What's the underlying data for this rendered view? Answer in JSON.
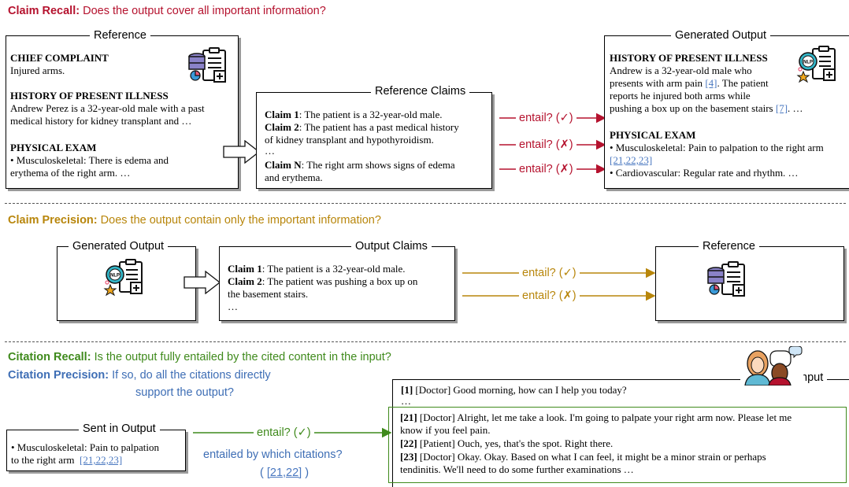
{
  "claim_recall": {
    "title": "Claim Recall:",
    "question": "Does the output cover all important information?",
    "reference_box": {
      "title": "Reference",
      "section1_head": "CHIEF COMPLAINT",
      "section1_text": "Injured arms.",
      "section2_head": "HISTORY OF PRESENT ILLNESS",
      "section2_line1": "Andrew Perez is a 32-year-old male with a past",
      "section2_line2": "medical history for kidney transplant and …",
      "section3_head": "PHYSICAL EXAM",
      "section3_line1": "• Musculoskeletal: There is edema and",
      "section3_line2": "erythema of the right arm. …"
    },
    "claims_box": {
      "title": "Reference Claims",
      "claim1_label": "Claim 1",
      "claim1_text": ": The patient is a 32-year-old male.",
      "claim2_label": "Claim 2",
      "claim2_line1": ": The patient has a past medical history",
      "claim2_line2": "of kidney transplant and hypothyroidism.",
      "ellipsis": "…",
      "claimN_label": "Claim N",
      "claimN_line1": ": The right arm shows signs of edema",
      "claimN_line2": "and erythema."
    },
    "entail": [
      "entail? (✓)",
      "entail? (✗)",
      "entail? (✗)"
    ],
    "output_box": {
      "title": "Generated Output",
      "section1_head": "HISTORY OF PRESENT ILLNESS",
      "line1": "Andrew is a 32-year-old male who",
      "line2_pre": "presents with arm pain ",
      "line2_cite": "[4]",
      "line2_post": ". The patient",
      "line3": "reports he injured both arms while",
      "line4_pre": "pushing a box up on the basement stairs ",
      "line4_cite": "[7]",
      "line4_post": ". …",
      "section2_head": "PHYSICAL EXAM",
      "line5": "• Musculoskeletal: Pain to palpation to the right arm",
      "line6_cite": "[21,22,23]",
      "line7": "• Cardiovascular: Regular rate and rhythm. …"
    }
  },
  "claim_precision": {
    "title": "Claim Precision:",
    "question": "Does the output contain only the important information?",
    "generated_title": "Generated Output",
    "claims_box": {
      "title": "Output Claims",
      "claim1_label": "Claim 1",
      "claim1_text": ": The patient is a 32-year-old male.",
      "claim2_label": "Claim 2",
      "claim2_line1": ": The patient was pushing a box up on",
      "claim2_line2": "the basement stairs.",
      "ellipsis": "…"
    },
    "entail": [
      "entail? (✓)",
      "entail? (✗)"
    ],
    "reference_title": "Reference"
  },
  "citation": {
    "recall_title": "Citation Recall:",
    "recall_question": "Is the output fully entailed by the cited content in the input?",
    "precision_title": "Citation Precision:",
    "precision_question_line1": "If so, do all the citations directly",
    "precision_question_line2": "support the output?",
    "sent_box": {
      "title": "Sent in Output",
      "line1": "• Musculoskeletal: Pain to palpation",
      "line2_pre": "to the right arm  ",
      "line2_cite": "[21,22,23]"
    },
    "entail": "entail? (✓)",
    "which_line1": "entailed by which citations?",
    "which_line2_pre": "( ",
    "which_line2_cite": "[21,22]",
    "which_line2_post": " )",
    "input_box": {
      "title": "Input",
      "l1_num": "[1]",
      "l1_text": " [Doctor] Good morning, how can I help you today?",
      "l2": "…",
      "l3_num": "[21]",
      "l3_text": " [Doctor] Alright, let me take a look. I'm going to palpate your right arm now. Please let me",
      "l4": "know if you feel pain.",
      "l5_num": "[22]",
      "l5_text": " [Patient] Ouch, yes, that's the spot. Right there.",
      "l6_num": "[23]",
      "l6_text": " [Doctor] Okay. Okay. Based on what I can feel, it might be a minor strain or perhaps",
      "l7": "tendinitis. We'll need to do some further examinations …"
    }
  },
  "colors": {
    "red": "#b5122e",
    "gold": "#b8860b",
    "green": "#3f8a1c",
    "blue": "#3e6eb5",
    "cite": "#4a78c0"
  }
}
